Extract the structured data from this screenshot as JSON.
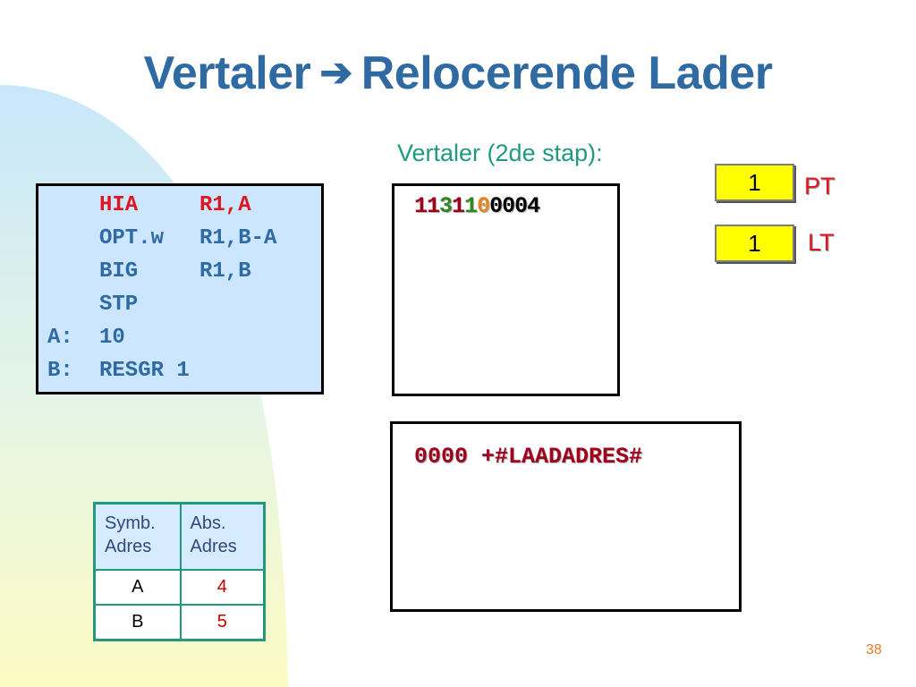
{
  "slide": {
    "title_left": "Vertaler",
    "title_arrow": "➔",
    "title_right": "Relocerende Lader",
    "subtitle": "Vertaler (2de stap):",
    "page_number": "38"
  },
  "code": {
    "lines": [
      {
        "label": "",
        "op": "HIA",
        "arg": "R1,A"
      },
      {
        "label": "",
        "op": "OPT.w",
        "arg": "R1,B-A"
      },
      {
        "label": "",
        "op": "BIG",
        "arg": "R1,B"
      },
      {
        "label": "",
        "op": "STP",
        "arg": ""
      },
      {
        "label": "A:",
        "op": "10",
        "arg": ""
      },
      {
        "label": "B:",
        "op": "RESGR 1",
        "arg": ""
      }
    ]
  },
  "object_code": {
    "segments": [
      "11",
      "3",
      "1",
      "1",
      "0",
      "0004"
    ]
  },
  "registers": {
    "pt": {
      "value": "1",
      "label": "PT"
    },
    "lt": {
      "value": "1",
      "label": "LT"
    }
  },
  "load": {
    "line": "0000 +#LAADADRES#"
  },
  "symbol_table": {
    "header_col1": "Symb. Adres",
    "header_col1_line1": "Symb.",
    "header_col1_line2": "Adres",
    "header_col2": "Abs. Adres",
    "header_col2_line1": "Abs.",
    "header_col2_line2": "Adres",
    "rows": [
      {
        "symbol": "A",
        "address": "4"
      },
      {
        "symbol": "B",
        "address": "5"
      }
    ]
  },
  "colors": {
    "title": "#2f6aa3",
    "subtitle": "#1f9a7f",
    "highlight": "#e0161f",
    "register_fill": "#ffff00"
  }
}
